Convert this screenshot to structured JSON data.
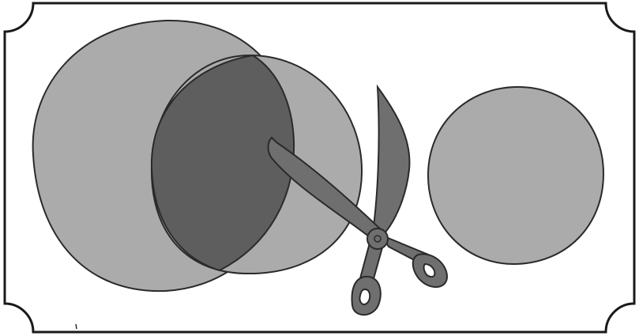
{
  "colors": {
    "background": "#ffffff",
    "frame_stroke": "#1a1a1a",
    "circle_fill": "#ababab",
    "overlap_fill": "#5e5e5e",
    "scissors_fill": "#6f6f6f",
    "outline": "#2a2a2a"
  },
  "figure": {
    "shapes": [
      "large-circle",
      "medium-circle",
      "overlap-lens",
      "scissors",
      "separate-circle"
    ]
  }
}
